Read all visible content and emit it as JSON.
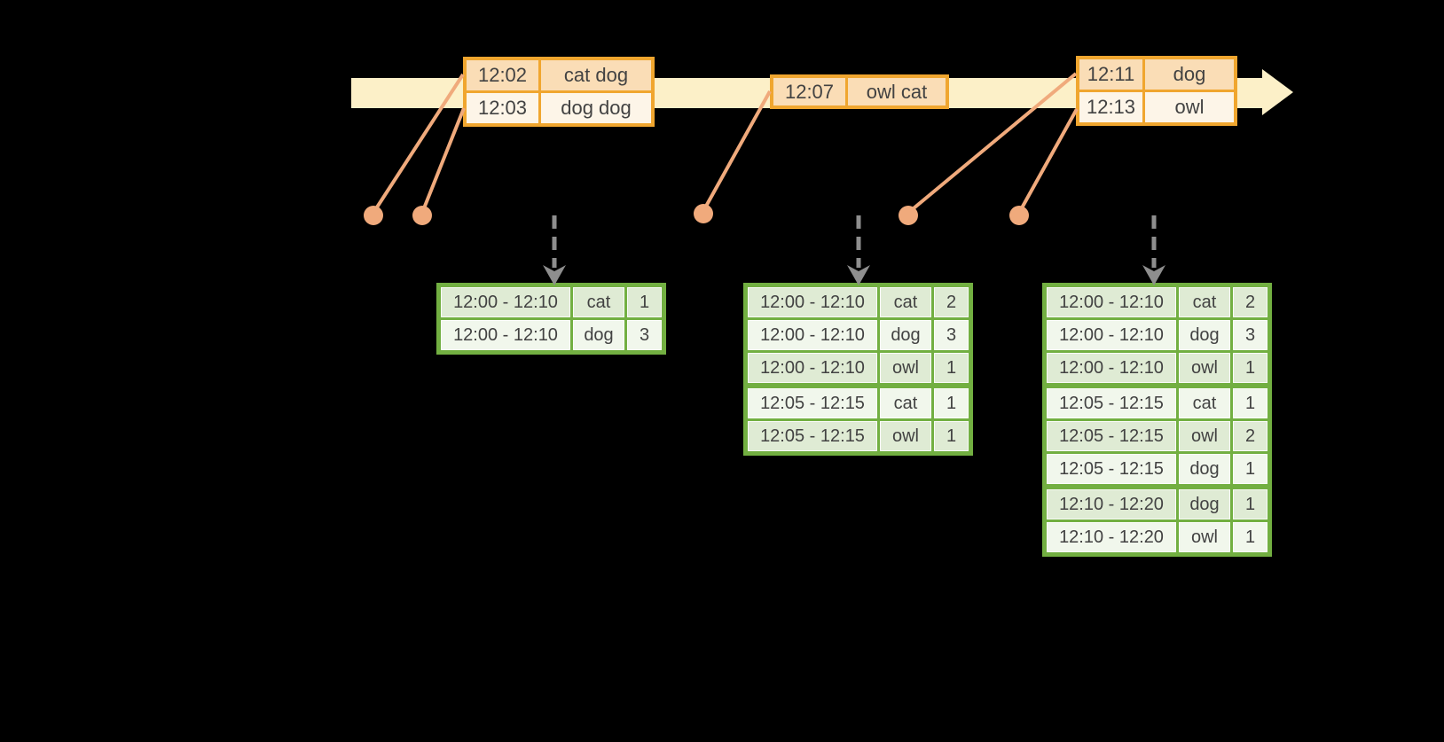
{
  "colors": {
    "background": "#000000",
    "timeline_fill": "#FCF0C8",
    "event_border": "#F0A62F",
    "event_row_peach": "#FADDB6",
    "event_row_cream": "#FDF5E8",
    "connector": "#F0AA7C",
    "trigger_gray": "#8E8E8E",
    "table_border": "#72AF41",
    "table_row_dark": "#DFEBD4",
    "table_row_light": "#F1F7EC",
    "text": "#424242"
  },
  "event_groups": [
    {
      "rows": [
        {
          "time": "12:02",
          "words": "cat dog"
        },
        {
          "time": "12:03",
          "words": "dog dog"
        }
      ]
    },
    {
      "rows": [
        {
          "time": "12:07",
          "words": "owl cat"
        }
      ]
    },
    {
      "rows": [
        {
          "time": "12:11",
          "words": "dog"
        },
        {
          "time": "12:13",
          "words": "owl"
        }
      ]
    }
  ],
  "result_tables": [
    {
      "rows": [
        {
          "window": "12:00 - 12:10",
          "word": "cat",
          "count": "1"
        },
        {
          "window": "12:00 - 12:10",
          "word": "dog",
          "count": "3"
        }
      ]
    },
    {
      "rows": [
        {
          "window": "12:00 - 12:10",
          "word": "cat",
          "count": "2"
        },
        {
          "window": "12:00 - 12:10",
          "word": "dog",
          "count": "3"
        },
        {
          "window": "12:00 - 12:10",
          "word": "owl",
          "count": "1"
        },
        {
          "window": "12:05 - 12:15",
          "word": "cat",
          "count": "1"
        },
        {
          "window": "12:05 - 12:15",
          "word": "owl",
          "count": "1"
        }
      ]
    },
    {
      "rows": [
        {
          "window": "12:00 - 12:10",
          "word": "cat",
          "count": "2"
        },
        {
          "window": "12:00 - 12:10",
          "word": "dog",
          "count": "3"
        },
        {
          "window": "12:00 - 12:10",
          "word": "owl",
          "count": "1"
        },
        {
          "window": "12:05 - 12:15",
          "word": "cat",
          "count": "1"
        },
        {
          "window": "12:05 - 12:15",
          "word": "owl",
          "count": "2"
        },
        {
          "window": "12:05 - 12:15",
          "word": "dog",
          "count": "1"
        },
        {
          "window": "12:10 - 12:20",
          "word": "dog",
          "count": "1"
        },
        {
          "window": "12:10 - 12:20",
          "word": "owl",
          "count": "1"
        }
      ]
    }
  ]
}
